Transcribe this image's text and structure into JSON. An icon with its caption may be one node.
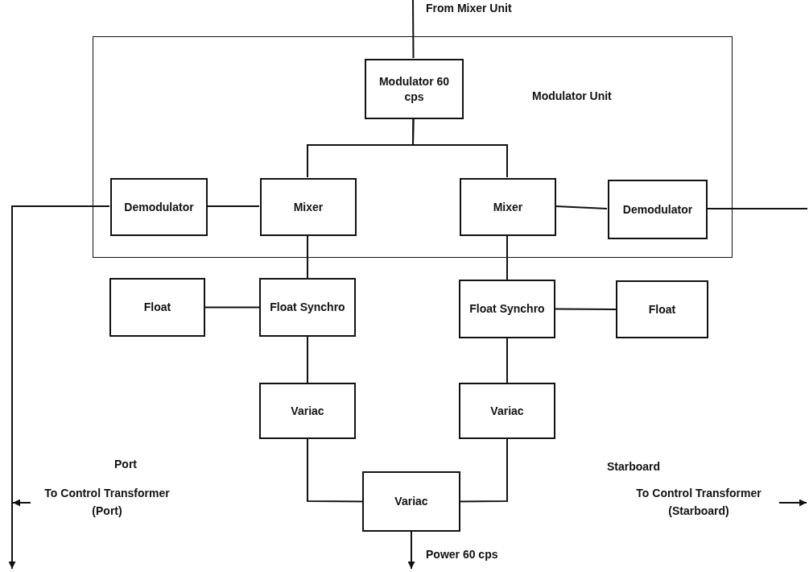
{
  "diagram": {
    "nodes": [
      {
        "text": [
          "Modulator Unit"
        ]
      },
      {
        "text": [
          "Modulator 60 cps"
        ],
        "in": 0
      },
      {
        "text": [
          "Demodulator"
        ],
        "in": 0
      },
      {
        "text": [
          "Mixer"
        ],
        "in": 0
      },
      {
        "text": [
          "Mixer"
        ],
        "in": 0
      },
      {
        "text": [
          "Demodulator"
        ],
        "in": 0
      },
      {
        "text": [
          "Float"
        ]
      },
      {
        "text": [
          "Float Synchro"
        ]
      },
      {
        "text": [
          "Float Synchro"
        ]
      },
      {
        "text": [
          "Float"
        ]
      },
      {
        "text": [
          "Variac"
        ]
      },
      {
        "text": [
          "Variac"
        ]
      },
      {
        "text": [
          "Variac"
        ]
      },
      {
        "text": [
          "To Control Transformer (Port)"
        ]
      },
      {
        "text": [
          "To Control Transformer (Starboard)"
        ]
      }
    ],
    "edges": [
      {
        "from": null,
        "to": 1,
        "arrow": "none",
        "label": "From Mixer Unit"
      },
      {
        "from": 1,
        "to": 3,
        "arrow": "none"
      },
      {
        "from": 1,
        "to": 4,
        "arrow": "none"
      },
      {
        "from": 2,
        "to": 3,
        "arrow": "none"
      },
      {
        "from": 4,
        "to": 5,
        "arrow": "none"
      },
      {
        "from": 3,
        "to": 7,
        "arrow": "none"
      },
      {
        "from": 4,
        "to": 8,
        "arrow": "none"
      },
      {
        "from": 6,
        "to": 7,
        "arrow": "none"
      },
      {
        "from": 8,
        "to": 9,
        "arrow": "none"
      },
      {
        "from": 7,
        "to": 10,
        "arrow": "none"
      },
      {
        "from": 8,
        "to": 11,
        "arrow": "none"
      },
      {
        "from": 10,
        "to": 12,
        "arrow": "none"
      },
      {
        "from": 11,
        "to": 12,
        "arrow": "none"
      },
      {
        "from": 12,
        "to": null,
        "arrow": "to",
        "label": "Power 60 cps"
      },
      {
        "from": 2,
        "to": null,
        "arrow": "to"
      },
      {
        "from": 5,
        "to": null,
        "arrow": "none"
      },
      {
        "from": 13,
        "to": null,
        "arrow": "to"
      },
      {
        "from": 14,
        "to": null,
        "arrow": "to"
      }
    ],
    "labels": [
      "Port",
      "Starboard"
    ]
  }
}
